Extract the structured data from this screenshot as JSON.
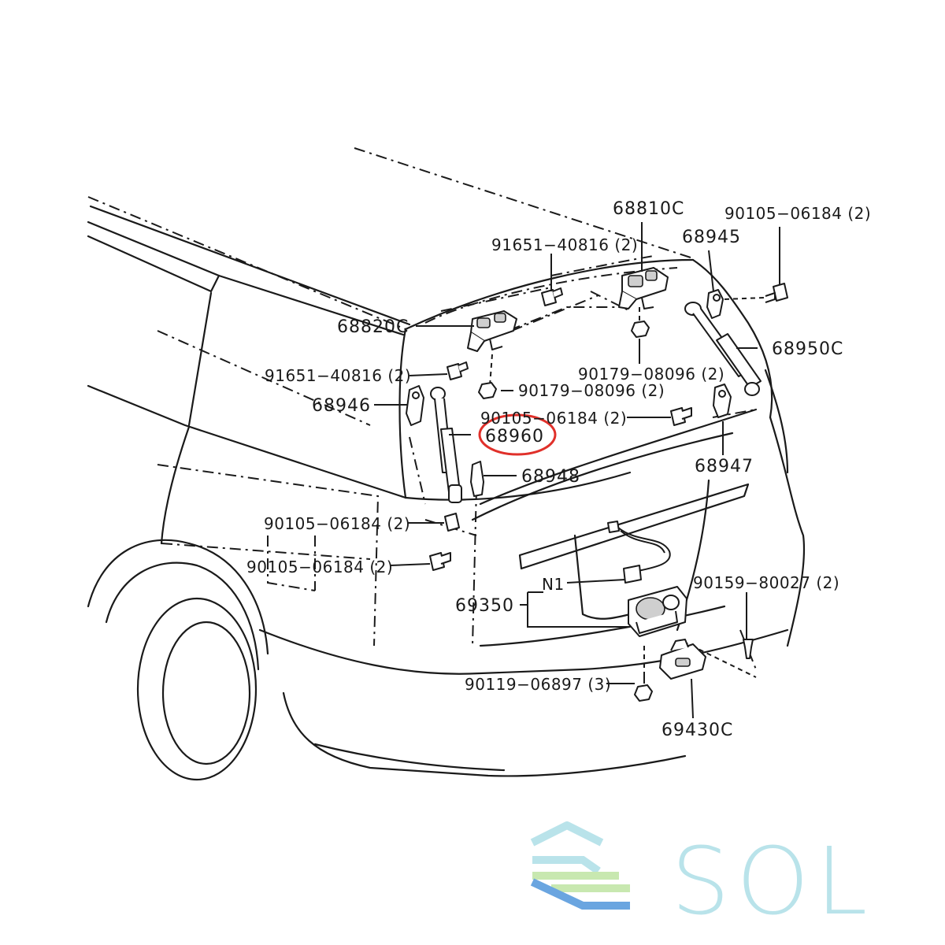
{
  "diagram": {
    "callouts": [
      {
        "id": "c-68810c",
        "text": "68810C"
      },
      {
        "id": "c-90105-tr",
        "text": "90105−06184 (2)"
      },
      {
        "id": "c-91651-top",
        "text": "91651−40816 (2)"
      },
      {
        "id": "c-68945",
        "text": "68945"
      },
      {
        "id": "c-68820c",
        "text": "68820C"
      },
      {
        "id": "c-68950c",
        "text": "68950C"
      },
      {
        "id": "c-91651-mid",
        "text": "91651−40816 (2)"
      },
      {
        "id": "c-90179-right",
        "text": "90179−08096 (2)"
      },
      {
        "id": "c-90179-left",
        "text": "90179−08096 (2)"
      },
      {
        "id": "c-68946",
        "text": "68946"
      },
      {
        "id": "c-90105-mid",
        "text": "90105−06184 (2)"
      },
      {
        "id": "c-68960",
        "text": "68960"
      },
      {
        "id": "c-68947",
        "text": "68947"
      },
      {
        "id": "c-68948",
        "text": "68948"
      },
      {
        "id": "c-90105-low1",
        "text": "90105−06184 (2)"
      },
      {
        "id": "c-90105-low2",
        "text": "90105−06184 (2)"
      },
      {
        "id": "c-n1",
        "text": "N1"
      },
      {
        "id": "c-90159",
        "text": "90159−80027 (2)"
      },
      {
        "id": "c-69350",
        "text": "69350"
      },
      {
        "id": "c-90119",
        "text": "90119−06897 (3)"
      },
      {
        "id": "c-69430c",
        "text": "69430C"
      }
    ],
    "highlighted_part": "68960"
  },
  "watermark": {
    "text": "SOL",
    "colors": {
      "primary": "#b9e3ea",
      "accent_blue": "#6aa5e0",
      "accent_green": "#c8e8b0"
    }
  }
}
